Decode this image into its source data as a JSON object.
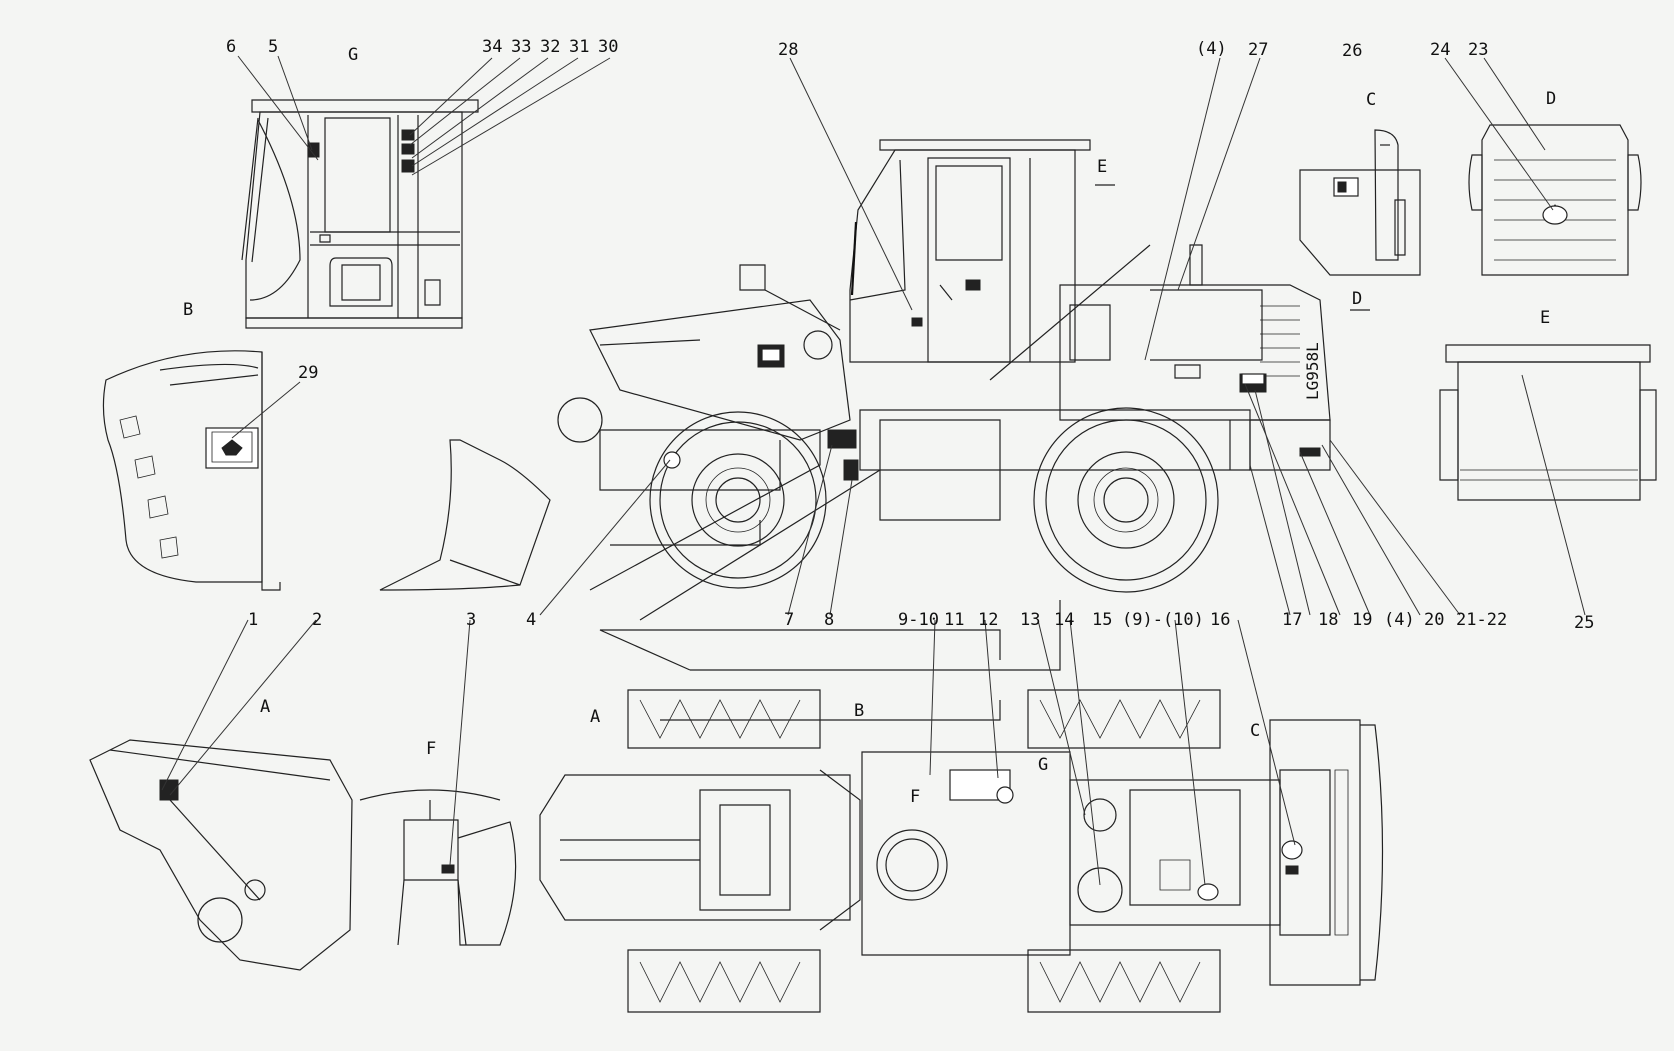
{
  "callouts": [
    {
      "id": "c6",
      "text": "6"
    },
    {
      "id": "c5",
      "text": "5"
    },
    {
      "id": "cG",
      "text": "G"
    },
    {
      "id": "c34",
      "text": "34"
    },
    {
      "id": "c33",
      "text": "33"
    },
    {
      "id": "c32",
      "text": "32"
    },
    {
      "id": "c31",
      "text": "31"
    },
    {
      "id": "c30",
      "text": "30"
    },
    {
      "id": "c28",
      "text": "28"
    },
    {
      "id": "c4top",
      "text": "(4)"
    },
    {
      "id": "c27",
      "text": "27"
    },
    {
      "id": "c26",
      "text": "26"
    },
    {
      "id": "c24",
      "text": "24"
    },
    {
      "id": "c23",
      "text": "23"
    },
    {
      "id": "cC",
      "text": "C"
    },
    {
      "id": "cD",
      "text": "D"
    },
    {
      "id": "cE",
      "text": "E"
    },
    {
      "id": "cEarrow",
      "text": "E"
    },
    {
      "id": "cDarrow",
      "text": "D"
    },
    {
      "id": "cB",
      "text": "B"
    },
    {
      "id": "c29",
      "text": "29"
    },
    {
      "id": "c1",
      "text": "1"
    },
    {
      "id": "c2",
      "text": "2"
    },
    {
      "id": "c3",
      "text": "3"
    },
    {
      "id": "c4",
      "text": "4"
    },
    {
      "id": "c7",
      "text": "7"
    },
    {
      "id": "c8",
      "text": "8"
    },
    {
      "id": "c9_10",
      "text": "9-10"
    },
    {
      "id": "c11",
      "text": "11"
    },
    {
      "id": "c12",
      "text": "12"
    },
    {
      "id": "c13",
      "text": "13"
    },
    {
      "id": "c14",
      "text": "14"
    },
    {
      "id": "c15",
      "text": "15"
    },
    {
      "id": "c9_10p",
      "text": "(9)-(10)"
    },
    {
      "id": "c16",
      "text": "16"
    },
    {
      "id": "c17",
      "text": "17"
    },
    {
      "id": "c18",
      "text": "18"
    },
    {
      "id": "c19",
      "text": "19"
    },
    {
      "id": "c4b",
      "text": "(4)"
    },
    {
      "id": "c20",
      "text": "20"
    },
    {
      "id": "c21_22",
      "text": "21-22"
    },
    {
      "id": "c25",
      "text": "25"
    },
    {
      "id": "cA",
      "text": "A"
    },
    {
      "id": "cF",
      "text": "F"
    },
    {
      "id": "cAview",
      "text": "A"
    },
    {
      "id": "cBview",
      "text": "B"
    },
    {
      "id": "cCview",
      "text": "C"
    },
    {
      "id": "cFview",
      "text": "F"
    },
    {
      "id": "cGview",
      "text": "G"
    },
    {
      "id": "cHood",
      "text": "LG958L"
    }
  ]
}
